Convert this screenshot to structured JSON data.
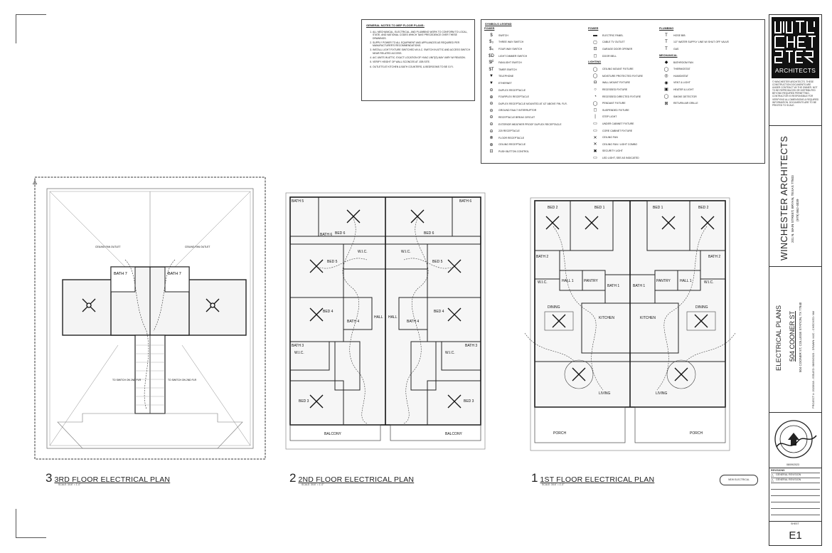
{
  "general_notes": {
    "title": "GENERAL NOTES TO MEP FLOOR PLANS:",
    "items": [
      "ALL MECHANICAL, ELECTRICAL, AND PLUMBING WORK TO CONFORM TO LOCAL, STATE, AND NATIONAL CODES WHICH TAKE PRECEDENCE OVER THESE DRAWINGS.",
      "SUPPLY POWER TO ALL EQUIPMENT AND APPLIANCES AS REQUIRED PER MANUFACTURER'S RECOMMENDATIONS.",
      "INSTALL LIGHT FIXTURE SWITCHED W/ A.C. SWITCH IN ATTIC AND ACCESS SWITCH NEAR RELATED ACCESS.",
      "A/C UNITS IN ATTIC. EXACT LOCATION OF HVAC UNIT(S) MAY VARY W/ REASON.",
      "VERIFY HEIGHT OF WALL SCONCES AT JOB SITE.",
      "OUTLETS AT KITCHEN & BATH COUNTERS, & BEDROOMS TO BE G.F.I."
    ]
  },
  "legend": {
    "title": "SYMBOLS LEGEND",
    "power_head": "POWER",
    "power": [
      "SWITCH",
      "THREE WAY SWITCH",
      "FOUR WAY SWITCH",
      "LIGHT DIMMER SWITCH",
      "FAN/LIGHT SWITCH",
      "TIMER SWITCH",
      "TELEPHONE",
      "ETHERNET",
      "DUPLEX RECEPTACLE",
      "FOURPLEX RECEPTACLE",
      "DUPLEX RECEPTACLE MOUNTED AT 42\" ABOVE FIN. FLR.",
      "GROUND FAULT INTERRUPTOR",
      "RECEPTACLE BREAK CIRCUIT",
      "EXTERIOR WEATHER PROOF DUPLEX RECEPTACLE",
      "220 RECEPTACLE",
      "FLOOR RECEPTACLE",
      "CEILING RECEPTACLE",
      "PUSH BUTTON CONTROL"
    ],
    "power_syms": [
      "$",
      "$₃",
      "$₄",
      "$D",
      "$F",
      "$T",
      "▼",
      "▼",
      "⊖",
      "⊕",
      "⊖",
      "⊖",
      "⊖",
      "⊖",
      "⊖",
      "⊗",
      "⊕",
      "⊡"
    ],
    "power2_head": "POWER",
    "power2": [
      "ELECTRIC PANEL",
      "CABLE TV OUTLET",
      "GARAGE DOOR OPENER",
      "DOOR BELL"
    ],
    "power2_syms": [
      "▬",
      "▢",
      "⊡",
      "◻"
    ],
    "lighting_head": "LIGHTING",
    "lighting": [
      "CEILING MOUNT FIXTURE",
      "MOISTURE PROTECTED FIXTURE",
      "WALL MOUNT FIXTURE",
      "RECESSED FIXTURE",
      "RECESSED DIRECTED FIXTURE",
      "PENDANT FIXTURE",
      "SUSPENDED FIXTURE",
      "STEP LIGHT",
      "UNDER CABINET FIXTURE",
      "CORE CABINET FIXTURE",
      "CEILING FAN",
      "CEILING FAN / LIGHT COMBO",
      "SECURITY LIGHT",
      "LED LIGHT, SEE AS INDICATED"
    ],
    "lighting_syms": [
      "◯",
      "◯",
      "◘",
      "○",
      "◔",
      "◯",
      "◻",
      "|",
      "▭",
      "▭",
      "✕",
      "✕",
      "✖",
      "▭"
    ],
    "plumbing_head": "PLUMBING",
    "plumbing": [
      "HOSE BIB",
      "1/2\" WATER SUPPLY LINE W/ SHUT OFF VALVE",
      "GAS"
    ],
    "plumbing_syms": [
      "T",
      "T",
      "T"
    ],
    "mechanical_head": "MECHANICAL",
    "mechanical": [
      "BATHROOM FAN",
      "THERMOSTAT",
      "HUMIDISTAT",
      "VENT & LIGHT",
      "HEATER & LIGHT",
      "SMOKE DETECTOR",
      "RETURN AIR GRILLE"
    ],
    "mechanical_syms": [
      "◆",
      "◯",
      "◎",
      "◉",
      "▣",
      "◯",
      "⊠"
    ]
  },
  "title_block": {
    "logo_letters": [
      "WIN",
      "CHE",
      "STER"
    ],
    "logo_caption": "ARCHITECTS",
    "copyright": "© WINCHESTER ARCHITECTS. THESE CONSTRUCTION DOCUMENTS ARE UNDER CONTRACT W/ THE OWNER. NOT TO BE REPRODUCED OR DISTRIBUTED BEYOND REQUIRED PERMITTING, CONTRACTOR IS RESPONSIBLE FOR VERIFYING ALL DIMENSIONS & REQUIRED INFORMATION. DOCUMENTS ARE TO BE PRINTED TO SCALE.",
    "firm_name": "WINCHESTER ARCHITECTS",
    "firm_address": "201 N. MAIN STREET, BRYAN, TEXAS 77803",
    "firm_phone": "(979) 862-4039",
    "sheet_title": "ELECTRICAL PLANS",
    "project_name": "504 COONER ST",
    "project_address": "504 COONER ST, COLLEGE STATION, TX 77840",
    "project_info": "PROJECT #: 2023018  -  ISSUED: 08/09/2023  -  DRAWN: MJC  -  CHECKED: NM",
    "seal_date": "08/09/2023",
    "revisions_head": "REVISIONS",
    "revisions": [
      "GENERAL REVISION",
      "GENERAL REVISION"
    ],
    "sheet_label": "SHEET",
    "sheet_no": "E1"
  },
  "new_electrical_cloud": "NEW ELECTRICAL",
  "plans": [
    {
      "num": "3",
      "name": "3RD FLOOR ELECTRICAL PLAN",
      "scale": "SCALE: 3/16\" = 1'-0\""
    },
    {
      "num": "2",
      "name": "2ND FLOOR ELECTRICAL PLAN",
      "scale": "SCALE: 3/16\" = 1'-0\""
    },
    {
      "num": "1",
      "name": "1ST FLOOR ELECTRICAL PLAN",
      "scale": "SCALE: 3/16\" = 1'-0\""
    }
  ],
  "rooms_3rd": [
    "BATH 7",
    "BATH 7"
  ],
  "rooms_3rd_notes": [
    "CEILING FAN OUTLET",
    "CEILING FAN OUTLET",
    "TO SWITCH ON 2ND FLR",
    "TO SWITCH ON 2ND FLR"
  ],
  "rooms_2nd": [
    "BATH 5",
    "BATH 6",
    "BATH 6",
    "BED 6",
    "BED 6",
    "W.I.C.",
    "W.I.C.",
    "BED 5",
    "BED 5",
    "BATH 4",
    "BATH 4",
    "BED 4",
    "BED 4",
    "HALL",
    "HALL",
    "BATH 3",
    "BATH 3",
    "W.I.C.",
    "W.I.C.",
    "BED 3",
    "BED 3",
    "BALCONY",
    "BALCONY"
  ],
  "rooms_1st": [
    "BED 2",
    "BED 1",
    "BED 1",
    "BED 2",
    "BATH 2",
    "BATH 2",
    "W.I.C.",
    "W.I.C.",
    "HALL 1",
    "HALL 1",
    "PANTRY",
    "PANTRY",
    "BATH 1",
    "BATH 1",
    "DINING",
    "DINING",
    "KITCHEN",
    "KITCHEN",
    "LIVING",
    "LIVING",
    "PORCH",
    "PORCH"
  ]
}
